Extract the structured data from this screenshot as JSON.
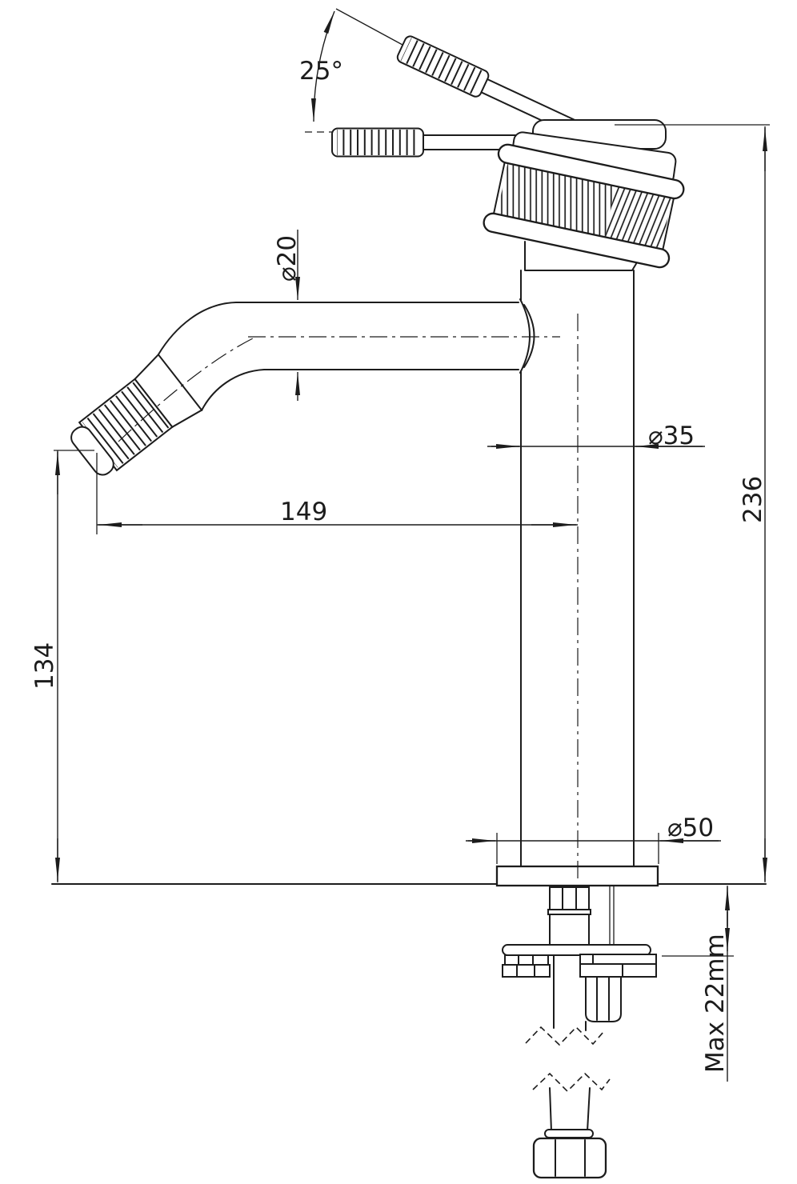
{
  "drawing": {
    "angle": {
      "label": "25°"
    },
    "diameters": {
      "spout": "⌀20",
      "body": "⌀35",
      "base": "⌀50"
    },
    "lengths": {
      "spout_reach": "149",
      "spout_height": "134",
      "overall_height": "236",
      "deck_max": "Max 22mm"
    },
    "colors": {
      "line": "#1c1c1c",
      "background": "#ffffff"
    }
  }
}
